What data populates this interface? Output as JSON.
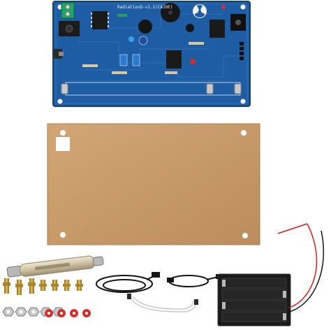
{
  "image": {
    "kind": "product-photo",
    "pcb_label": "RadiationD-v1.1(CAJOE)"
  },
  "colors": {
    "pcb_blue": "#1e5da3",
    "pcb_dark": "#163f73",
    "acrylic": "#c89b6a",
    "brass": "#c9a041",
    "washer_red": "#d0312d",
    "battery_black": "#1a1a1a",
    "wire_red": "#d21f1f"
  },
  "items": [
    {
      "name": "geiger-counter-pcb"
    },
    {
      "name": "acrylic-base-plate"
    },
    {
      "name": "geiger-tube"
    },
    {
      "name": "brass-standoffs"
    },
    {
      "name": "nuts-and-washers"
    },
    {
      "name": "usb-cable"
    },
    {
      "name": "audio-cable"
    },
    {
      "name": "jumper-wires"
    },
    {
      "name": "aa-battery-holder"
    }
  ]
}
